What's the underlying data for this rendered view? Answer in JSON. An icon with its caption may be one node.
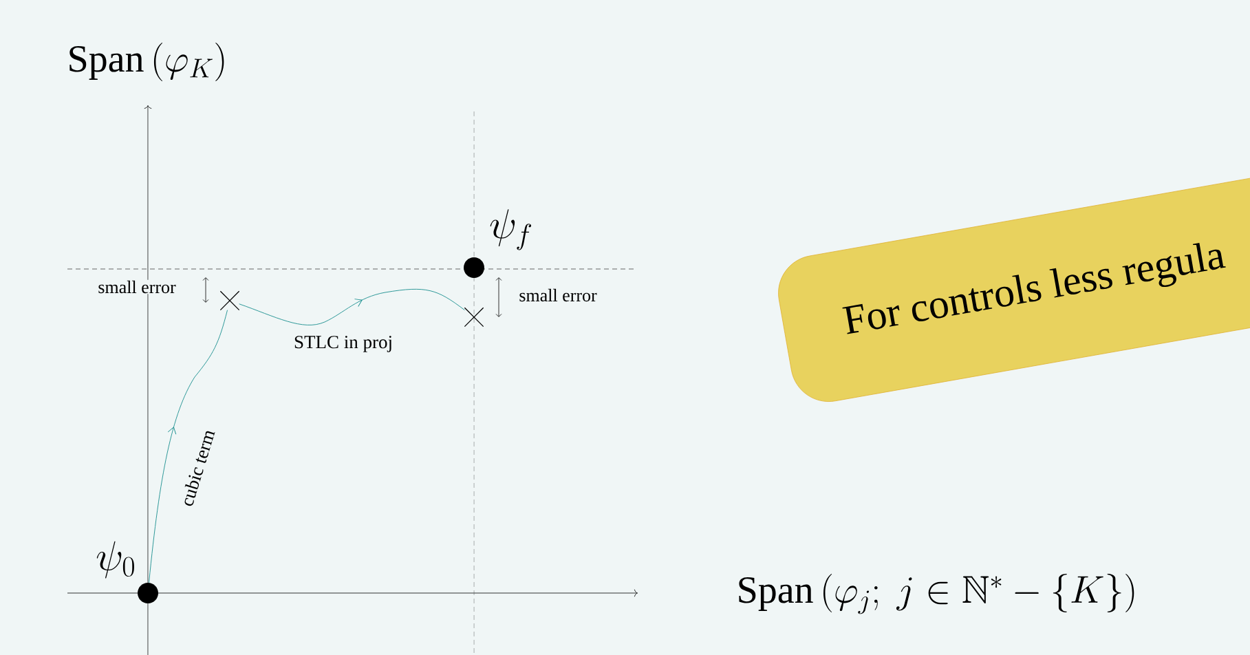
{
  "diagram": {
    "nodes": [
      {
        "text": [],
        "shape": "circle",
        "beside": [
          "\\psi_0"
        ]
      },
      {
        "text": [],
        "shape": "circle",
        "beside": [
          "\\psi_f"
        ]
      },
      {
        "text": [],
        "shape": "cross"
      },
      {
        "text": [],
        "shape": "cross"
      },
      {
        "text": [
          "For controls less regula"
        ]
      }
    ],
    "edges": [
      {
        "from": 0,
        "to": 2,
        "arrow": "to",
        "label": "cubic term"
      },
      {
        "from": 2,
        "to": 3,
        "arrow": "to",
        "label": "STLC in proj"
      }
    ],
    "labels": [
      "\\mathrm{Span}\\left(\\varphi_K\\right)",
      "small error",
      "small error",
      "\\mathrm{Span}\\left(\\varphi_j;\\ j\\in\\mathbb{N}^*-\\{K\\}\\right)"
    ]
  }
}
